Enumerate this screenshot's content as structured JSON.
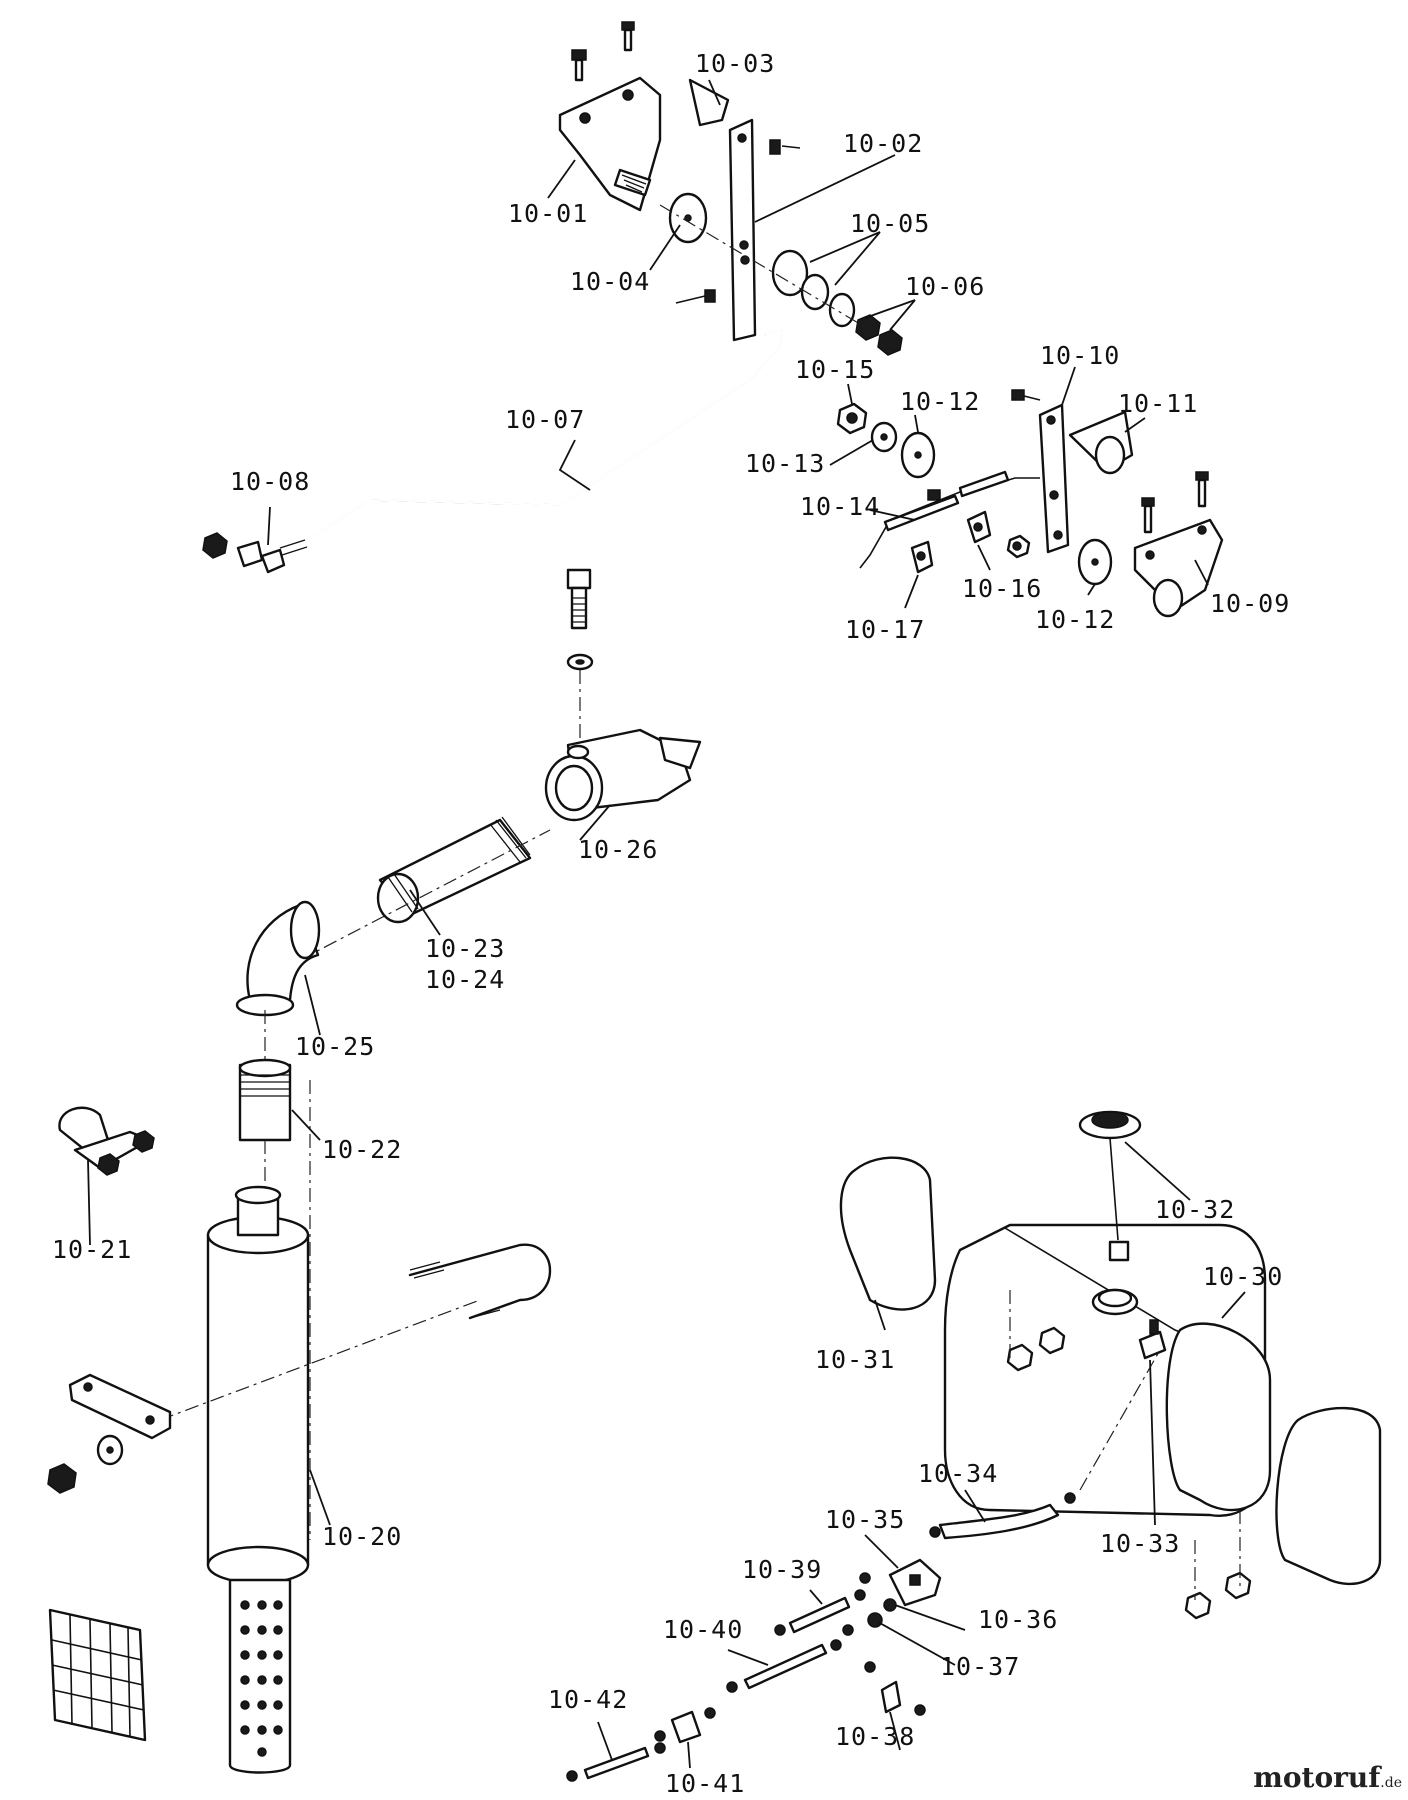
{
  "diagram": {
    "labels": [
      "10-01",
      "10-02",
      "10-03",
      "10-04",
      "10-05",
      "10-06",
      "10-07",
      "10-08",
      "10-09",
      "10-10",
      "10-11",
      "10-12",
      "10-12",
      "10-13",
      "10-14",
      "10-15",
      "10-16",
      "10-17",
      "10-20",
      "10-21",
      "10-22",
      "10-23",
      "10-24",
      "10-25",
      "10-26",
      "10-30",
      "10-31",
      "10-32",
      "10-33",
      "10-34",
      "10-35",
      "10-36",
      "10-37",
      "10-38",
      "10-39",
      "10-40",
      "10-41",
      "10-42"
    ]
  },
  "watermark": {
    "text_main": "motoruf",
    "text_suffix": ".de"
  }
}
